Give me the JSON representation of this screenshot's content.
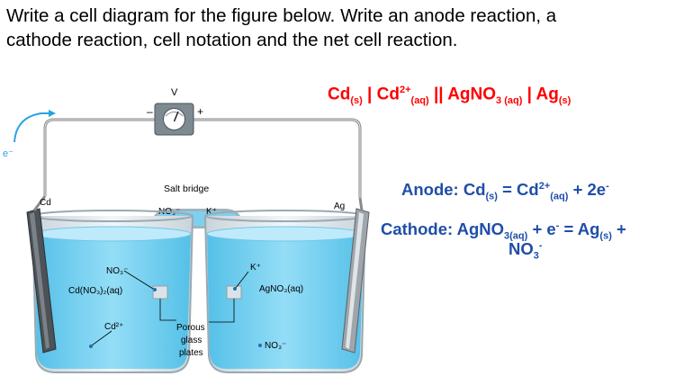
{
  "question": {
    "line1": "Write a cell diagram for the figure below. Write an anode reaction, a",
    "line2": "cathode reaction, cell notation and the net cell reaction."
  },
  "cell_notation": {
    "t1": "Cd",
    "s1": "(s)",
    "t2": " | Cd",
    "p1": "2+",
    "s2": "(aq)",
    "t3": " || AgNO",
    "s3": "3 (aq)",
    "t4": " | Ag",
    "s4": "(s)"
  },
  "anode": {
    "t1": "Anode: Cd",
    "s1": "(s)",
    "t2": " = Cd",
    "p1": "2+",
    "s2": "(aq)",
    "t3": " + 2e",
    "p2": "-"
  },
  "cathode": {
    "t1": "Cathode: AgNO",
    "s1": "3(aq)",
    "t2": " + e",
    "p1": "-",
    "t3": " = Ag",
    "s2": "(s)",
    "t4": " +",
    "line2_t1": "NO",
    "line2_s1": "3",
    "line2_p1": "-"
  },
  "figure": {
    "voltmeter": "V",
    "minus": "–",
    "plus": "+",
    "electron": "e⁻",
    "salt_bridge": "Salt bridge",
    "no3_bridge": "NO₃⁻",
    "k_bridge": "K⁺",
    "cd_label": "Cd",
    "ag_label": "Ag",
    "no3_left": "NO₃⁻",
    "cd_solution": "Cd(NO₃)₂(aq)",
    "cd_ion": "Cd²⁺",
    "k_right": "K⁺",
    "ag_solution": "AgNO₃(aq)",
    "no3_right": "NO₃⁻",
    "porous1": "Porous",
    "porous2": "glass",
    "porous3": "plates"
  },
  "colors": {
    "red": "#ff0000",
    "blue": "#1f4ea8",
    "solution": "#6ed0f2",
    "arrow": "#29a3e0"
  }
}
